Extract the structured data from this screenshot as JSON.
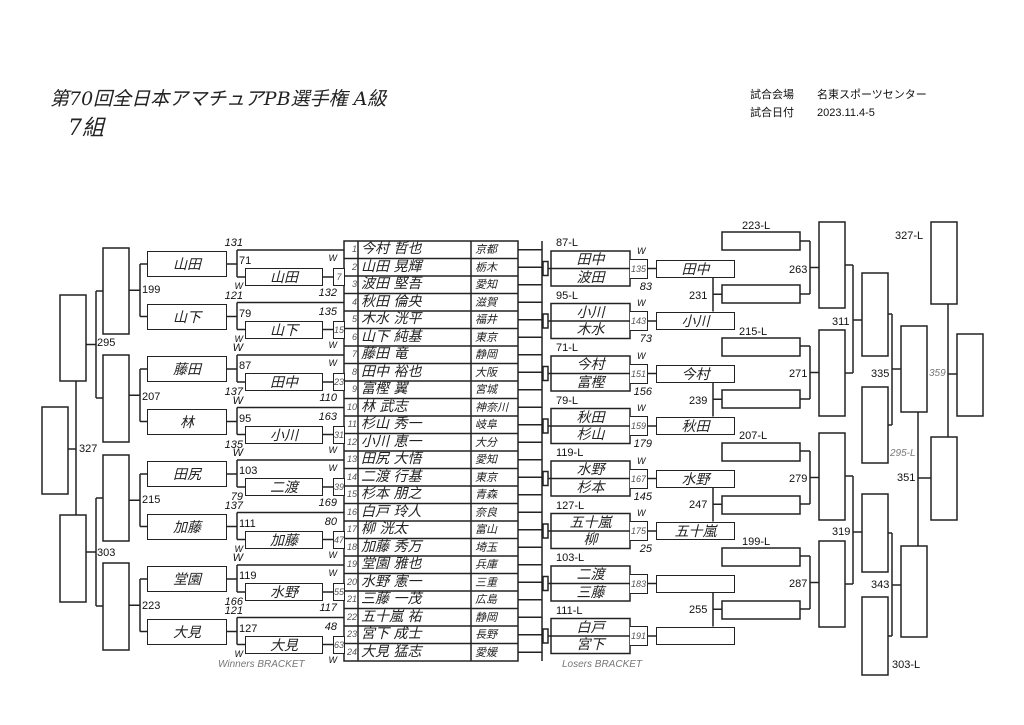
{
  "header": {
    "title": "第70回全日本アマチュアPB選手権 A級",
    "group": "7組",
    "venue_label": "試合会場",
    "venue": "名東スポーツセンター",
    "date_label": "試合日付",
    "date": "2023.11.4-5"
  },
  "entries": [
    {
      "no": "1",
      "name": "今村 哲也",
      "pref": "京都"
    },
    {
      "no": "2",
      "name": "山田 晃輝",
      "pref": "栃木"
    },
    {
      "no": "3",
      "name": "波田 堅吾",
      "pref": "愛知"
    },
    {
      "no": "4",
      "name": "秋田 倫央",
      "pref": "滋賀"
    },
    {
      "no": "5",
      "name": "木水 洸平",
      "pref": "福井"
    },
    {
      "no": "6",
      "name": "山下 純基",
      "pref": "東京"
    },
    {
      "no": "7",
      "name": "藤田 竜",
      "pref": "静岡"
    },
    {
      "no": "8",
      "name": "田中 裕也",
      "pref": "大阪"
    },
    {
      "no": "9",
      "name": "富樫 翼",
      "pref": "宮城"
    },
    {
      "no": "10",
      "name": "林 武志",
      "pref": "神奈川"
    },
    {
      "no": "11",
      "name": "杉山 秀一",
      "pref": "岐阜"
    },
    {
      "no": "12",
      "name": "小川 恵一",
      "pref": "大分"
    },
    {
      "no": "13",
      "name": "田尻 大悟",
      "pref": "愛知"
    },
    {
      "no": "14",
      "name": "二渡 行基",
      "pref": "東京"
    },
    {
      "no": "15",
      "name": "杉本 朋之",
      "pref": "青森"
    },
    {
      "no": "16",
      "name": "白戸 玲人",
      "pref": "奈良"
    },
    {
      "no": "17",
      "name": "柳 洸太",
      "pref": "富山"
    },
    {
      "no": "18",
      "name": "加藤 秀万",
      "pref": "埼玉"
    },
    {
      "no": "19",
      "name": "堂園 雅也",
      "pref": "兵庫"
    },
    {
      "no": "20",
      "name": "水野 憲一",
      "pref": "三重"
    },
    {
      "no": "21",
      "name": "三藤 一茂",
      "pref": "広島"
    },
    {
      "no": "22",
      "name": "五十嵐 祐",
      "pref": "静岡"
    },
    {
      "no": "23",
      "name": "宮下 成士",
      "pref": "長野"
    },
    {
      "no": "24",
      "name": "大見 猛志",
      "pref": "愛媛"
    }
  ],
  "winners": {
    "label": "Winners BRACKET",
    "groups": [
      {
        "r1": "山田",
        "r2": "山田",
        "top": "131",
        "mid": "71",
        "low": "W",
        "match": "7",
        "rtop": "W",
        "rbot": "132"
      },
      {
        "r1": "山下",
        "r2": "山下",
        "top": "121",
        "mid": "79",
        "low": "W",
        "match": "15",
        "rtop": "135",
        "rbot": "W"
      },
      {
        "r1": "藤田",
        "r2": "田中",
        "top": "W",
        "mid": "87",
        "low": "137",
        "match": "23",
        "rtop": "W",
        "rbot": "110"
      },
      {
        "r1": "林",
        "r2": "小川",
        "top": "W",
        "mid": "95",
        "low": "135",
        "match": "31",
        "rtop": "163",
        "rbot": "W"
      },
      {
        "r1": "田尻",
        "r2": "二渡",
        "top": "W",
        "mid": "103",
        "low": "79",
        "match": "39",
        "rtop": "W",
        "rbot": "169"
      },
      {
        "r1": "加藤",
        "r2": "加藤",
        "top": "137",
        "mid": "111",
        "low": "W",
        "match": "47",
        "rtop": "80",
        "rbot": "W"
      },
      {
        "r1": "堂園",
        "r2": "水野",
        "top": "W",
        "mid": "119",
        "low": "166",
        "match": "55",
        "rtop": "W",
        "rbot": "117"
      },
      {
        "r1": "大見",
        "r2": "大見",
        "top": "121",
        "mid": "127",
        "low": "W",
        "match": "63",
        "rtop": "48",
        "rbot": "W"
      }
    ],
    "round2_matches": [
      "199",
      "207",
      "215",
      "223"
    ],
    "round3_matches": [
      "295",
      "303"
    ],
    "final_match": "327"
  },
  "losers": {
    "label": "Losers BRACKET",
    "pairs": [
      {
        "from": "87-L",
        "upper": "田中",
        "lower": "波田",
        "w": "W",
        "match": "135",
        "score": "83",
        "winner": "田中"
      },
      {
        "from": "95-L",
        "upper": "小川",
        "lower": "木水",
        "w": "W",
        "match": "143",
        "score": "73",
        "winner": "小川"
      },
      {
        "from": "71-L",
        "upper": "今村",
        "lower": "富樫",
        "w": "W",
        "match": "151",
        "score": "156",
        "winner": "今村"
      },
      {
        "from": "79-L",
        "upper": "秋田",
        "lower": "杉山",
        "w": "W",
        "match": "159",
        "score": "179",
        "winner": "秋田"
      },
      {
        "from": "119-L",
        "upper": "水野",
        "lower": "杉本",
        "w": "W",
        "match": "167",
        "score": "145",
        "winner": "水野"
      },
      {
        "from": "127-L",
        "upper": "五十嵐",
        "lower": "柳",
        "w": "W",
        "match": "175",
        "score": "25",
        "winner": "五十嵐"
      },
      {
        "from": "103-L",
        "upper": "二渡",
        "lower": "三藤",
        "w": "",
        "match": "183",
        "score": "",
        "winner": ""
      },
      {
        "from": "111-L",
        "upper": "白戸",
        "lower": "宮下",
        "w": "",
        "match": "191",
        "score": "",
        "winner": ""
      }
    ],
    "round2_matches": [
      "231",
      "239",
      "247",
      "255"
    ],
    "drop_ins": [
      "223-L",
      "215-L",
      "207-L",
      "199-L"
    ],
    "round3_matches": [
      "263",
      "271",
      "279",
      "287"
    ],
    "round4_matches": [
      "311",
      "319"
    ],
    "drop_ins_2": [
      "295-L",
      "303-L"
    ],
    "round5_matches": [
      "335",
      "343"
    ],
    "semi_match": "351",
    "final_drop": "327-L",
    "final_match": "359"
  }
}
